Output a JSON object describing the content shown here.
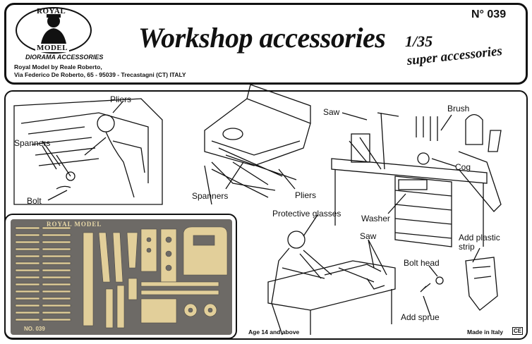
{
  "brand": {
    "logo_top": "ROYAL",
    "logo_bottom": "MODEL",
    "logo_sub": "DIORAMA ACCESSORIES",
    "address_line1": "Royal Model by Reale Roberto,",
    "address_line2": "Via Federico De Roberto, 65 - 95039 - Trecastagni (CT) ITALY"
  },
  "product": {
    "code": "N° 039",
    "title": "Workshop accessories",
    "scale": "1/35",
    "tagline": "super accessories"
  },
  "callouts": {
    "pliers_top": "Pliers",
    "spanners_left": "Spanners",
    "bolt": "Bolt",
    "spanners_mid": "Spanners",
    "pliers_mid": "Pliers",
    "saw_top": "Saw",
    "brush": "Brush",
    "cog": "Cog",
    "washer": "Washer",
    "protective_glasses": "Protective glasses",
    "saw_bottom": "Saw",
    "add_plastic_strip": "Add plastic strip",
    "bolt_head": "Bolt head",
    "add_sprue": "Add sprue"
  },
  "fret": {
    "title": "ROYAL MODEL",
    "number": "NO. 039"
  },
  "footer": {
    "age": "Age 14 and above",
    "made_in": "Made in Italy",
    "ce_mark": "CE"
  },
  "colors": {
    "ink": "#111111",
    "fret_metal": "#6d6a66",
    "fret_brass": "#e2cf9a"
  }
}
